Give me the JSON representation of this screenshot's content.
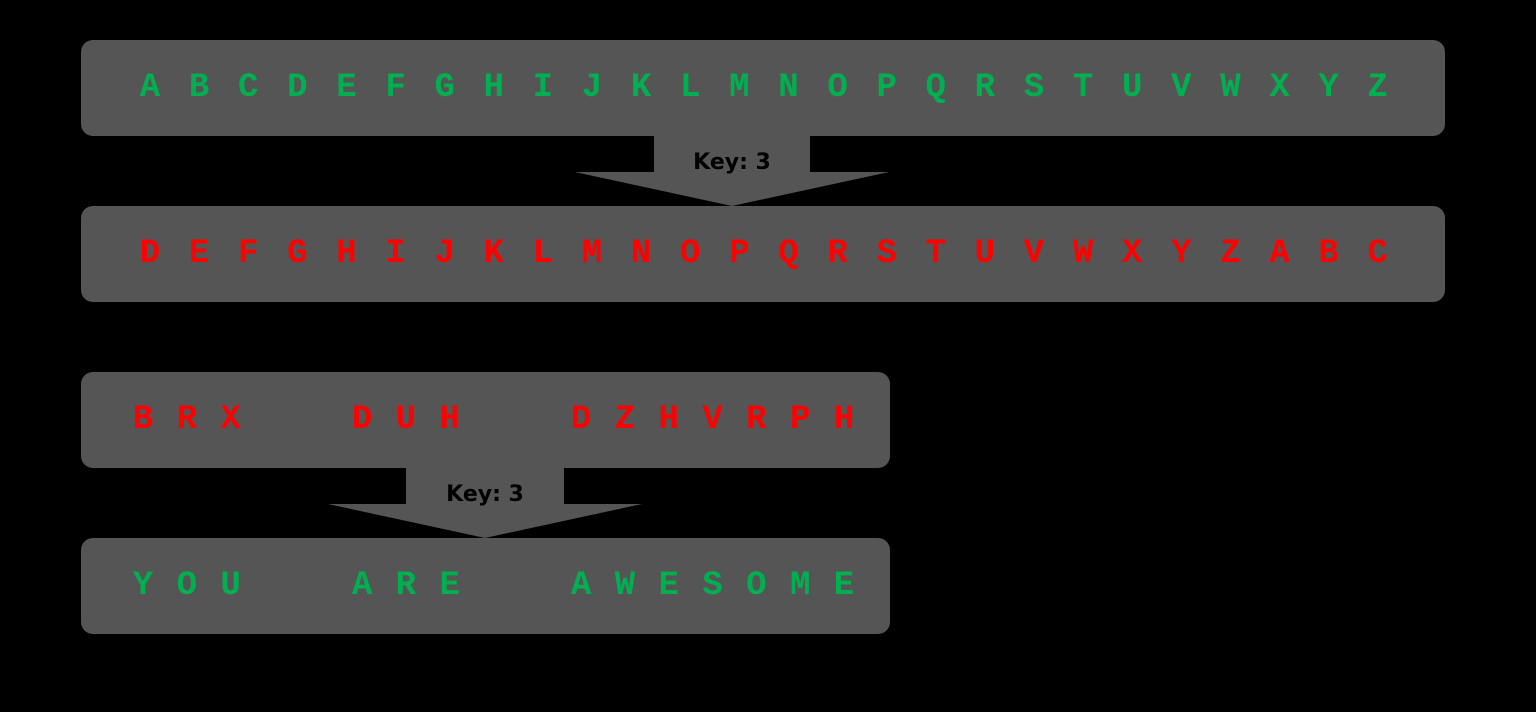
{
  "colors": {
    "background": "#000000",
    "box": "#555555",
    "plain_text": "#00b050",
    "cipher_text": "#ff0000",
    "arrow": "#555555",
    "key_text": "#000000"
  },
  "alphabet_section": {
    "plain_letters": [
      "A",
      "B",
      "C",
      "D",
      "E",
      "F",
      "G",
      "H",
      "I",
      "J",
      "K",
      "L",
      "M",
      "N",
      "O",
      "P",
      "Q",
      "R",
      "S",
      "T",
      "U",
      "V",
      "W",
      "X",
      "Y",
      "Z"
    ],
    "key_label": "Key: 3",
    "shifted_letters": [
      "D",
      "E",
      "F",
      "G",
      "H",
      "I",
      "J",
      "K",
      "L",
      "M",
      "N",
      "O",
      "P",
      "Q",
      "R",
      "S",
      "T",
      "U",
      "V",
      "W",
      "X",
      "Y",
      "Z",
      "A",
      "B",
      "C"
    ]
  },
  "message_section": {
    "cipher_letters": [
      "B",
      "R",
      "X",
      "",
      "",
      "D",
      "U",
      "H",
      "",
      "",
      "D",
      "Z",
      "H",
      "V",
      "R",
      "P",
      "H"
    ],
    "key_label": "Key: 3",
    "plain_letters": [
      "Y",
      "O",
      "U",
      "",
      "",
      "A",
      "R",
      "E",
      "",
      "",
      "A",
      "W",
      "E",
      "S",
      "O",
      "M",
      "E"
    ]
  }
}
